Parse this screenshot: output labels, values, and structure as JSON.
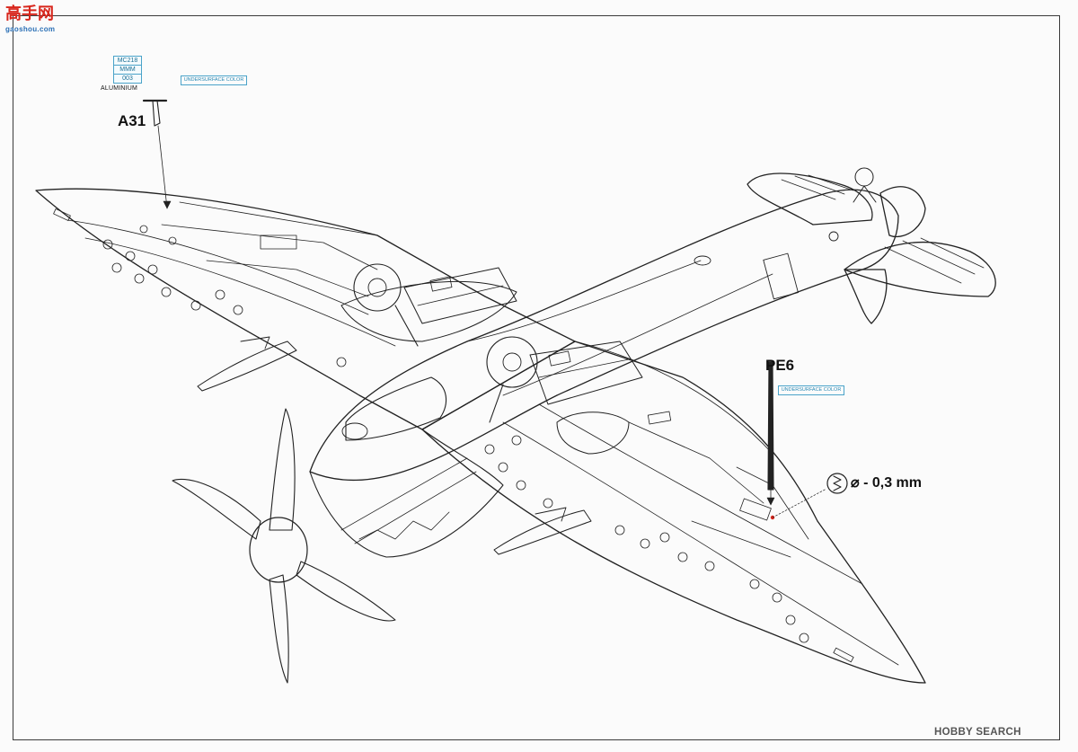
{
  "watermarks": {
    "top_logo": "高手网",
    "top_site": "gaoshou.com",
    "bottom": "HOBBY SEARCH"
  },
  "parts": {
    "a31": {
      "label": "A31"
    },
    "pe6": {
      "label": "PE6"
    }
  },
  "paint": {
    "codes": [
      "MC218",
      "MMM",
      "003"
    ],
    "name": "ALUMINIUM"
  },
  "callouts": {
    "a31": "UNDERSURFACE COLOR",
    "pe6": "UNDERSURFACE COLOR"
  },
  "drill": {
    "text": "⌀ - 0,3 mm"
  },
  "colors": {
    "line": "#222222",
    "callout": "#4aa3c9",
    "drill_mark": "#d8261c"
  }
}
